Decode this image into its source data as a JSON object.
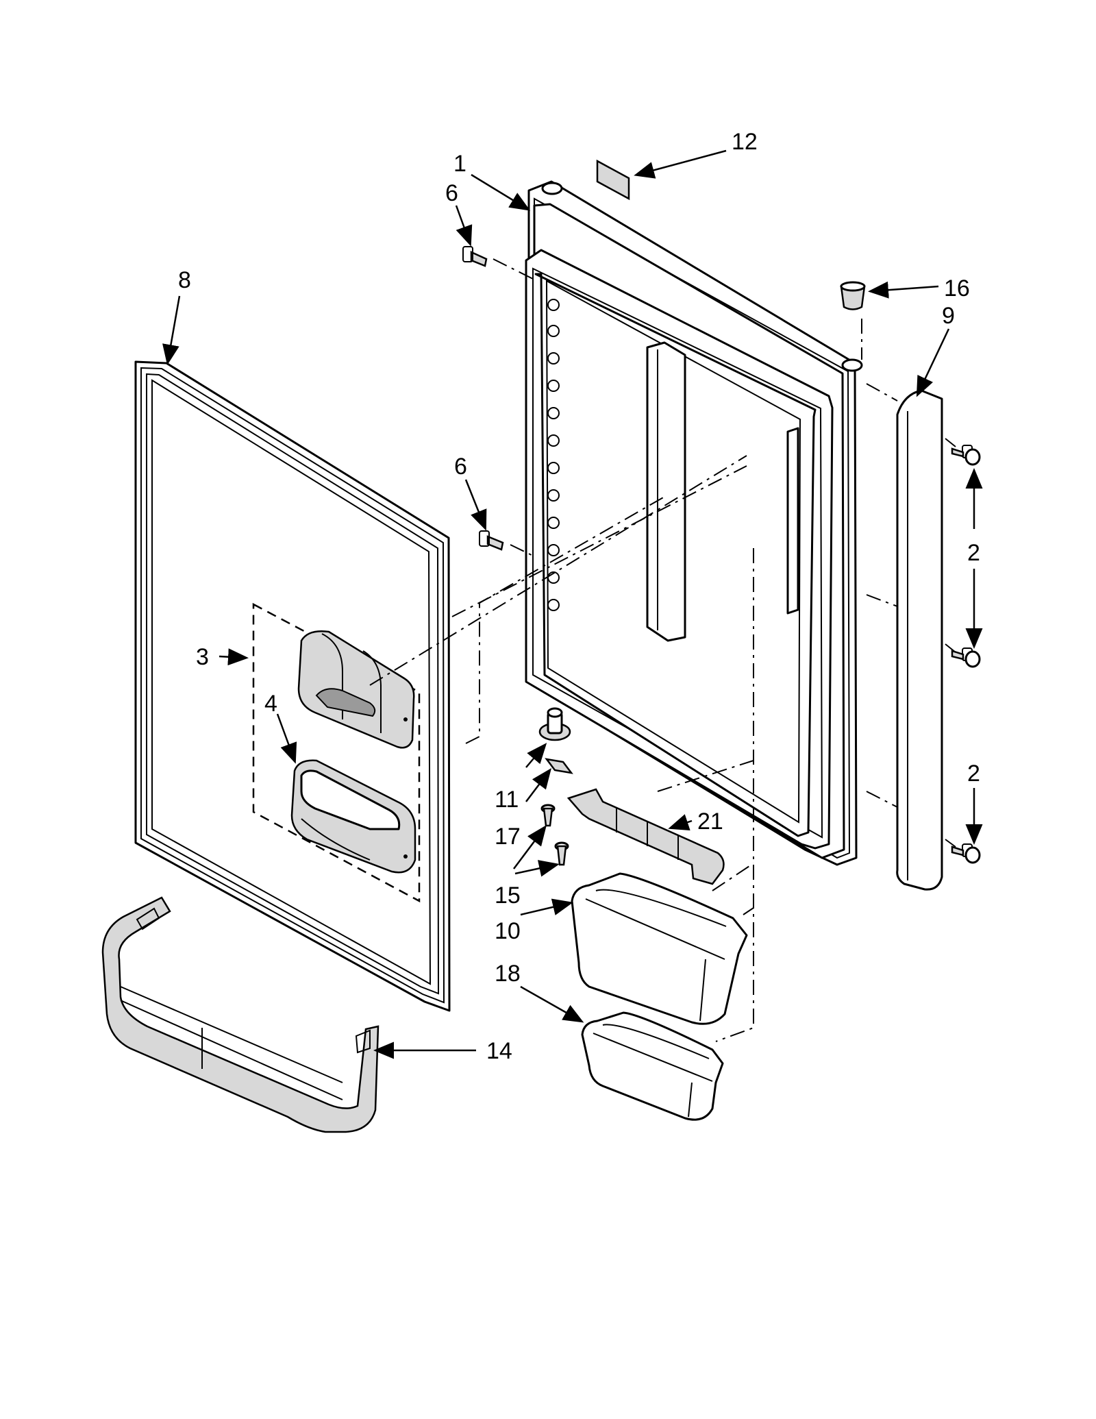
{
  "callouts": {
    "c1": "1",
    "c2a": "2",
    "c2b": "2",
    "c3": "3",
    "c4": "4",
    "c6a": "6",
    "c6b": "6",
    "c8": "8",
    "c9": "9",
    "c10": "10",
    "c11": "11",
    "c12": "12",
    "c14": "14",
    "c15": "15",
    "c16": "16",
    "c17": "17",
    "c18": "18",
    "c21": "21"
  },
  "parts": {
    "door_outer_panel": "door-outer-panel",
    "door_inner_liner": "door-inner-liner",
    "dispenser_module": "dispenser-module",
    "dairy_bin": "dairy-bin",
    "gasket": "door-gasket",
    "handle": "door-handle",
    "door_bin_large": "door-bin-large",
    "door_bin_small": "door-bin-small",
    "bottom_shelf": "bottom-door-shelf",
    "shelf_retainer": "shelf-retainer",
    "hinge_pin": "hinge-pin",
    "label": "label"
  },
  "colors": {
    "line": "#000000",
    "shade": "#d8d8d8",
    "background": "#ffffff"
  }
}
